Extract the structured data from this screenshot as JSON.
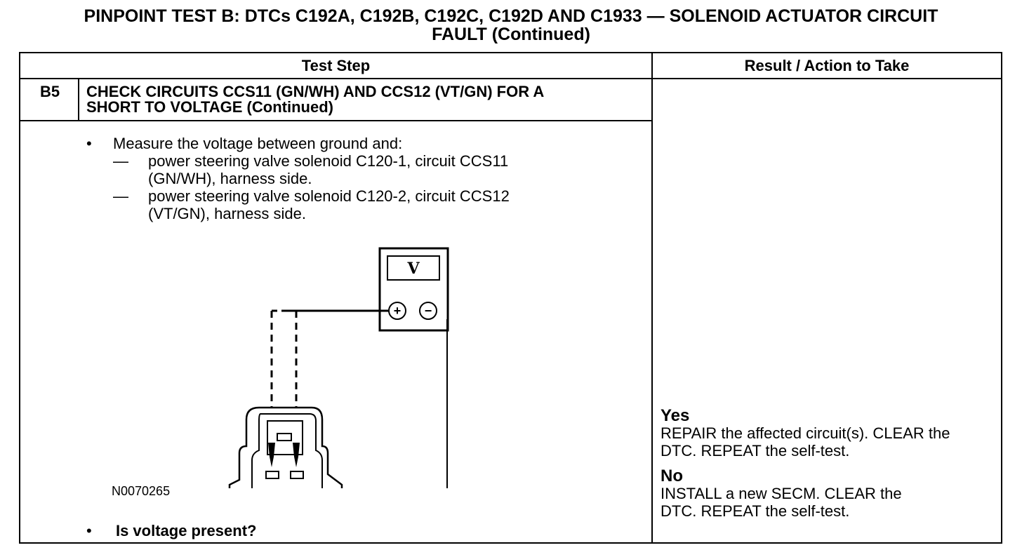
{
  "title": {
    "line1": "PINPOINT TEST B: DTCs C192A, C192B, C192C, C192D AND C1933 — SOLENOID ACTUATOR CIRCUIT",
    "line2": "FAULT (Continued)"
  },
  "table": {
    "header_step": "Test Step",
    "header_result": "Result / Action to Take"
  },
  "step": {
    "id": "B5",
    "title_line1": "CHECK CIRCUITS CCS11 (GN/WH) AND CCS12 (VT/GN) FOR A",
    "title_line2": "SHORT TO VOLTAGE (Continued)",
    "bullet": "•",
    "dash": "—",
    "instruction": "Measure the voltage between ground and:",
    "sub1_line1": "power steering valve solenoid C120-1, circuit CCS11",
    "sub1_line2": "(GN/WH), harness side.",
    "sub2_line1": "power steering valve solenoid C120-2, circuit CCS12",
    "sub2_line2": "(VT/GN), harness side.",
    "figure_id": "N0070265",
    "question": "Is voltage present?"
  },
  "meter": {
    "display": "V",
    "plus": "+",
    "minus": "−"
  },
  "results": {
    "yes_label": "Yes",
    "yes_line1": "REPAIR the affected circuit(s). CLEAR the",
    "yes_line2": "DTC. REPEAT the self-test.",
    "no_label": "No",
    "no_line1": "INSTALL a new SECM. CLEAR the",
    "no_line2": "DTC. REPEAT the self-test."
  }
}
